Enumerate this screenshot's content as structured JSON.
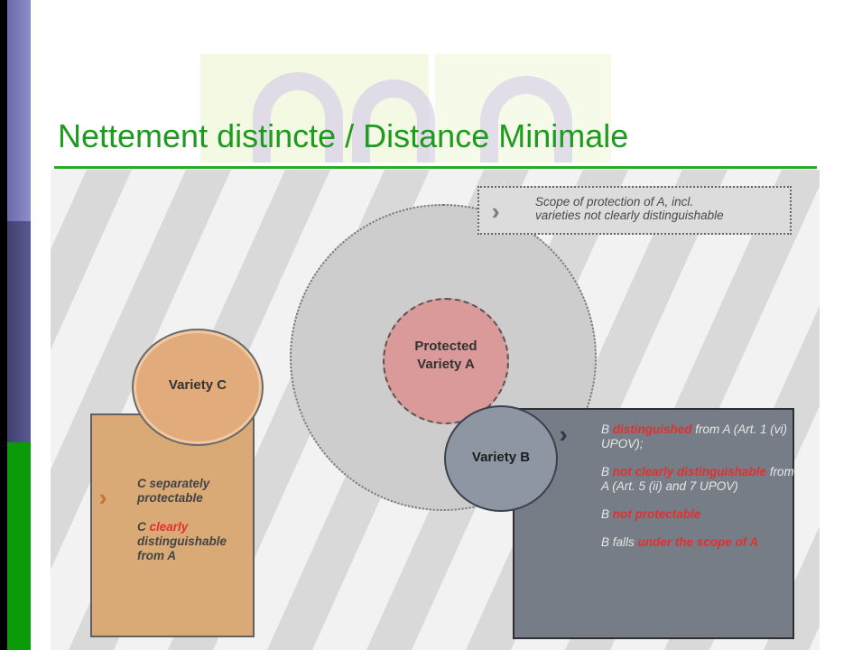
{
  "slide": {
    "title": "Nettement  distincte / Distance Minimale"
  },
  "diagram": {
    "scope_note": {
      "line1": "Scope of protection of A, incl.",
      "line2": "varieties not clearly distinguishable"
    },
    "protected_variety": "Protected\nVariety A",
    "variety_c": {
      "label": "Variety C",
      "p1_a": "C separately",
      "p1_b": "protectable",
      "p2_pre": "C ",
      "p2_em": "clearly",
      "p2_post": "distinguishable from A"
    },
    "variety_b": {
      "label": "Variety B",
      "p1_pre": "B ",
      "p1_em": "distinguished",
      "p1_post": " from A (Art. 1 (vi) UPOV);",
      "p2_pre": "B ",
      "p2_em": "not clearly distinguishable",
      "p2_post": " from A (Art. 5 (ii) and 7 UPOV)",
      "p3_pre": "B ",
      "p3_em": "not protectable",
      "p4_pre": "B falls ",
      "p4_em": "under the scope of A"
    }
  },
  "colors": {
    "title_green": "#1e9a1e",
    "highlight_red": "#e23030",
    "chevron_dark": "#2e3a4a",
    "chevron_orange": "#c8743a",
    "chevron_grey": "#7a8088"
  }
}
